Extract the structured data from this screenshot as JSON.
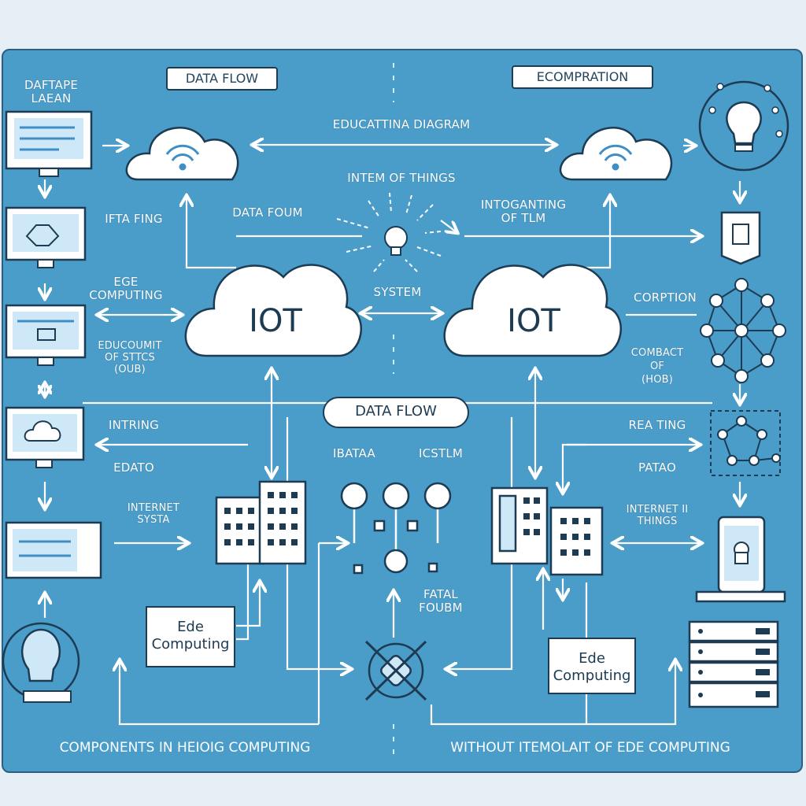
{
  "header": {
    "data_flow_tag": "DATA FLOW",
    "ecomparation_tag": "ECOMPRATION"
  },
  "center": {
    "educational_diagram": "EDUCATTINA DIAGRAM",
    "internet_of_things": "INTEM OF THINGS",
    "system": "SYSTEM",
    "data_flow_pill": "DATA FLOW",
    "iot_left": "IOT",
    "iot_right": "IOT",
    "data_a": "IBATAA",
    "data_b": "ICSTLM",
    "fatal_form": "FATAL\nFOUBM"
  },
  "left_labels": {
    "top_label": "DAFTAPE\nLAEAN",
    "ifta_fing": "IFTA FING",
    "data_foum": "DATA FOUM",
    "edge_computing": "EGE\nCOMPUTING",
    "educoumit": "EDUCOUMIT\nOF STTCS\n(OUB)",
    "intring": "INTRING",
    "edato": "EDATO",
    "internet_system": "INTERNET\nSYSTA"
  },
  "right_labels": {
    "intoganting": "INTOGANTING\nOF TLM",
    "corption": "CORPTION",
    "combact": "COMBACT\nOF\n(HOB)",
    "rea_ting": "REA TING",
    "patao": "PATAO",
    "internet_things": "INTERNET II\nTHINGS"
  },
  "edge_boxes": {
    "left": "Ede\nComputing",
    "right": "Ede\nComputing"
  },
  "footer": {
    "left_caption": "COMPONENTS IN HEIOIG COMPUTING",
    "right_caption": "WITHOUT ITEMOLAIT OF EDE COMPUTING"
  },
  "colors": {
    "background": "#e6eff6",
    "panel": "#4a9cc9",
    "line_white": "#ffffff",
    "outline_navy": "#1d3b52",
    "accent_light": "#cfe8f7"
  },
  "icons": [
    "monitor-icon",
    "cloud-icon",
    "wifi-icon",
    "lightbulb-icon",
    "network-graph-icon",
    "building-icon",
    "server-rack-icon",
    "tablet-lock-icon",
    "satellite-icon",
    "node-icon"
  ]
}
